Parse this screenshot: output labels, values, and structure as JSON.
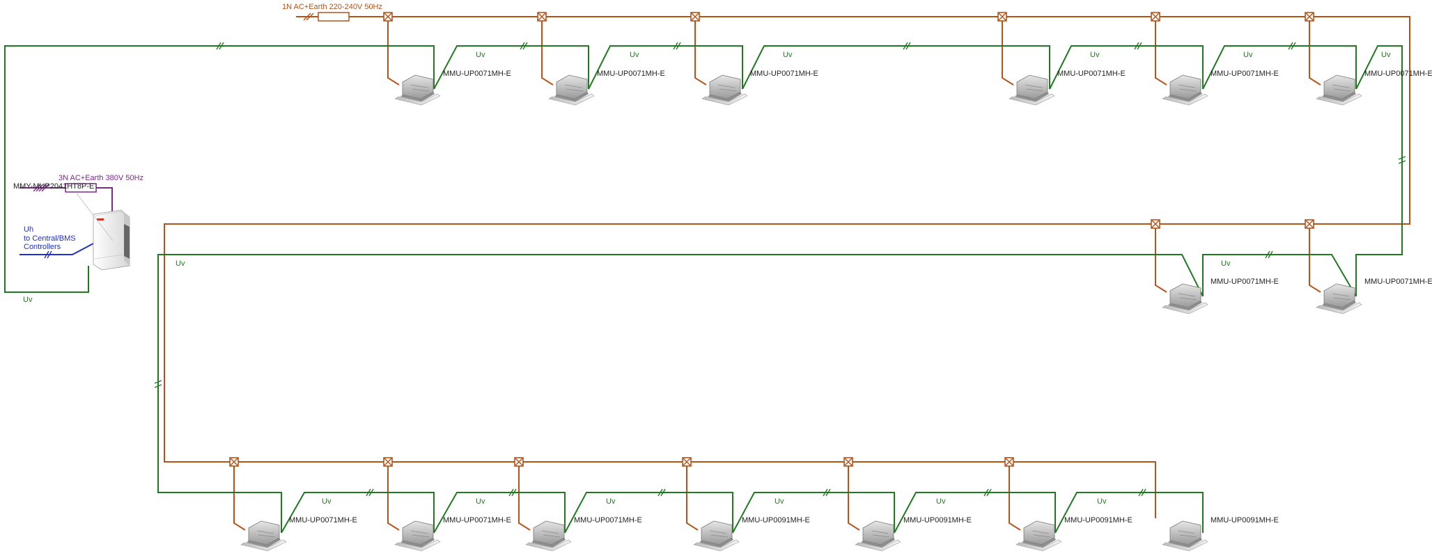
{
  "colors": {
    "power": "#b5541a",
    "control": "#1f7a1f",
    "outdoor_power": "#7a2a8a",
    "bms": "#1f2fd0"
  },
  "power_label_1n": "1N AC+Earth 220-240V 50Hz",
  "power_label_3n": "3N AC+Earth 380V 50Hz",
  "outdoor_unit": {
    "model": "MMY-MUP2041HT8P-E",
    "bms_line1": "Uh",
    "bms_line2": "to Central/BMS",
    "bms_line3": "Controllers"
  },
  "bus_label": "Uv",
  "rows": {
    "top": [
      "MMU-UP0071MH-E",
      "MMU-UP0071MH-E",
      "MMU-UP0071MH-E",
      "MMU-UP0071MH-E",
      "MMU-UP0071MH-E",
      "MMU-UP0071MH-E"
    ],
    "middle": [
      "MMU-UP0071MH-E",
      "MMU-UP0071MH-E"
    ],
    "bottom": [
      "MMU-UP0071MH-E",
      "MMU-UP0071MH-E",
      "MMU-UP0071MH-E",
      "MMU-UP0091MH-E",
      "MMU-UP0091MH-E",
      "MMU-UP0091MH-E",
      "MMU-UP0091MH-E"
    ]
  },
  "icons": {
    "indoor_unit": "ceiling-cassette-icon",
    "outdoor_unit": "outdoor-vrf-unit-icon",
    "junction": "junction-box-icon",
    "fuse": "fuse-icon"
  }
}
